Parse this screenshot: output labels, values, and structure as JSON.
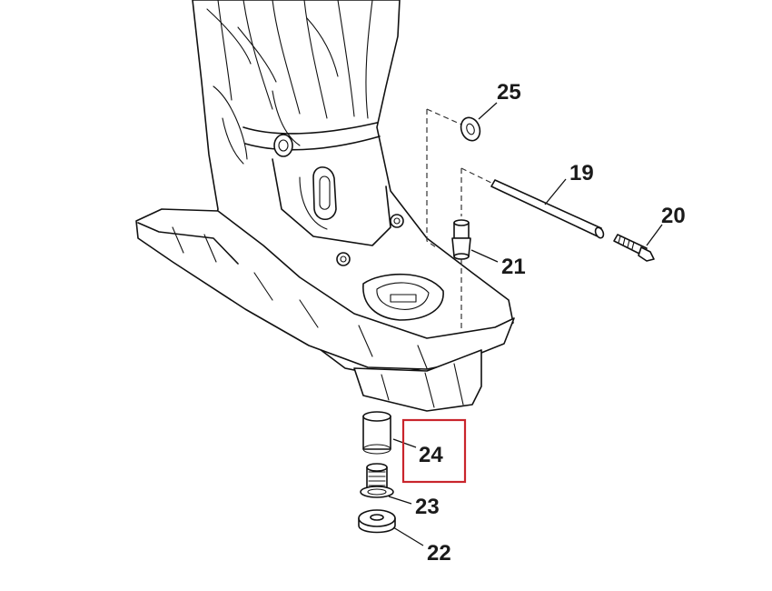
{
  "callouts": {
    "c19": "19",
    "c20": "20",
    "c21": "21",
    "c22": "22",
    "c23": "23",
    "c24": "24",
    "c25": "25"
  },
  "highlight": {
    "part": "24",
    "color": "#c9252c"
  }
}
